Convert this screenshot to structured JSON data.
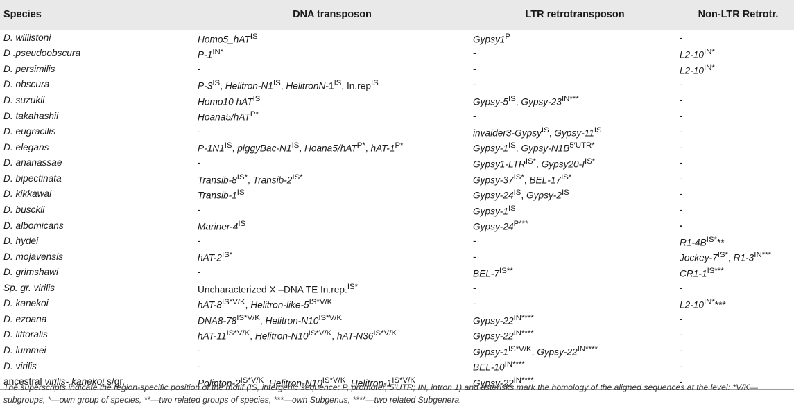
{
  "headers": {
    "species": "Species",
    "dna": "DNA transposon",
    "ltr": "LTR retrotransposon",
    "nonltr": "Non-LTR Retrotr."
  },
  "rows": [
    {
      "species": "D. willistoni",
      "dna": "<i>Homo5_hAT</i><sup>IS</sup>",
      "ltr": "<i>Gypsy1</i><sup>P</sup>",
      "nonltr": "-"
    },
    {
      "species": "D .pseudoobscura",
      "dna": "<i>P-1</i><sup>IN*</sup>",
      "ltr": "-",
      "nonltr": "<i>L2-10</i><sup>IN*</sup>"
    },
    {
      "species": "D. persimilis",
      "dna": "-",
      "ltr": "-",
      "nonltr": "<i>L2-10</i><sup>IN*</sup>"
    },
    {
      "species": "D. obscura",
      "dna": "<i>P-3</i><sup>IS</sup>, <i>Helitron-N1</i><sup>IS</sup>, <i>HelitronN</i>-1<sup>IS</sup>, In.rep<sup>IS</sup>",
      "ltr": "-",
      "nonltr": "-"
    },
    {
      "species": "D. suzukii",
      "dna": "<i>Homo10 hAT</i><sup>IS</sup>",
      "ltr": "<i>Gypsy-5</i><sup>IS</sup>, <i>Gypsy-23</i><sup>IN***</sup>",
      "nonltr": "-"
    },
    {
      "species": "D. takahashii",
      "dna": "<i>Hoana5/hAT</i><sup>P*</sup>",
      "ltr": "-",
      "nonltr": "-"
    },
    {
      "species": "D. eugracilis",
      "dna": "-",
      "ltr": "<i>invaider3-Gypsy</i><sup>IS</sup>, <i>Gypsy-11</i><sup>IS</sup>",
      "nonltr": "-"
    },
    {
      "species": "D. elegans",
      "dna": "<i>P-1N1</i><sup>IS</sup>, <i>piggyBac-N1</i><sup>IS</sup>, <i>Hoana5/hAT</i><sup>P*</sup>, <i>hAT-1</i><sup>P*</sup>",
      "ltr": "<i>Gypsy-1</i><sup>IS</sup>, <i>Gypsy-N1B</i><sup>5′UTR*</sup>",
      "nonltr": "-"
    },
    {
      "species": "D. ananassae",
      "dna": "-",
      "ltr": "<i>Gypsy1-LTR</i><sup>IS*</sup>, <i>Gypsy20-I</i><sup>IS*</sup>",
      "nonltr": "-"
    },
    {
      "species": "D. bipectinata",
      "dna": "<i>Transib-8</i><sup>IS*</sup>, <i>Transib-2</i><sup>IS*</sup>",
      "ltr": "<i>Gypsy-37</i><sup>IS*</sup>, <i>BEL-17</i><sup>IS*</sup>",
      "nonltr": "-"
    },
    {
      "species": "D. kikkawai",
      "dna": "<i>Transib-1</i><sup>IS</sup>",
      "ltr": "<i>Gypsy-24</i><sup>IS</sup>, <i>Gypsy-2</i><sup>IS</sup>",
      "nonltr": "-"
    },
    {
      "species": "D. busckii",
      "dna": "-",
      "ltr": "<i>Gypsy-1</i><sup>IS</sup>",
      "nonltr": "-"
    },
    {
      "species": "D. albomicans",
      "dna": "<i>Mariner-4</i><sup>IS</sup>",
      "ltr": "<i>Gypsy-24</i><sup>P***</sup>",
      "nonltr": "<b>-</b>"
    },
    {
      "species": "D. hydei",
      "dna": "-",
      "ltr": "-",
      "nonltr": "<i>R1-4B</i><sup>IS*</sup>**"
    },
    {
      "species": "D. mojavensis",
      "dna": "<i>hAT-2</i><sup>IS*</sup>",
      "ltr": "-",
      "nonltr": "<i>Jockey-7</i><sup>IS*</sup>, <i>R1-3</i><sup>IN***</sup>"
    },
    {
      "species": "D. grimshawi",
      "dna": "-",
      "ltr": "<i>BEL-7</i><sup>IS**</sup>",
      "nonltr": "<i>CR1-1</i><sup>IS***</sup>"
    },
    {
      "species": "Sp. gr. virilis",
      "dna": "Uncharacterized X –DNA TE In.rep.<sup>IS*</sup>",
      "ltr": "-",
      "nonltr": "-"
    },
    {
      "species": "D. kanekoi",
      "dna": "<i>hAT-8</i><sup>IS*V/K</sup>, <i>Helitron-like-5</i><sup>IS*V/K</sup>",
      "ltr": "-",
      "nonltr": "<i>L2-10</i><sup>IN*</sup>***"
    },
    {
      "species": "D. ezoana",
      "dna": "<i>DNA8-78</i><sup>IS*V/K</sup>, <i>Helitron-N10</i><sup>IS*V/K</sup>",
      "ltr": "<i>Gypsy-22</i><sup>IN****</sup>",
      "nonltr": "-"
    },
    {
      "species": "D. littoralis",
      "dna": "<i>hAT-11</i><sup>IS*V/K</sup>, <i>Helitron-N10</i><sup>IS*V/K</sup>, <i>hAT-N36</i><sup>IS*V/K</sup>",
      "ltr": "<i>Gypsy-22</i><sup>IN****</sup>",
      "nonltr": "-"
    },
    {
      "species": "D. lummei",
      "dna": "-",
      "ltr": "<i>Gypsy-1</i><sup>IS*V/K</sup>, <i>Gypsy-22</i><sup>IN****</sup>",
      "nonltr": "-"
    },
    {
      "species": "D. virilis",
      "dna": "-",
      "ltr": "<i>BEL-10</i><sup>IN****</sup>",
      "nonltr": "-"
    },
    {
      "species": "ancestral virilis- kanekoi s/gr.",
      "dna": "<i>Polinton-2</i><sup>IS*V/K</sup>, <i>Helitron-N10</i><sup>IS*V/K</sup>, <i>Helitron-1</i><sup>IS*V/K</sup>",
      "ltr": "<i>Gypsy-22</i><sup>IN****</sup>",
      "nonltr": "-"
    }
  ],
  "footnote": "The superscripts indicate the region-specific position of the motif (IS, intergenic sequence; P, promoter, 5′UTR; IN, intron 1) and asterisks mark the homology of the aligned sequences at the level: *V/K—subgroups, *—own group of species, **—two related groups of species, ***—own Subgenus, ****—two related Subgenera."
}
